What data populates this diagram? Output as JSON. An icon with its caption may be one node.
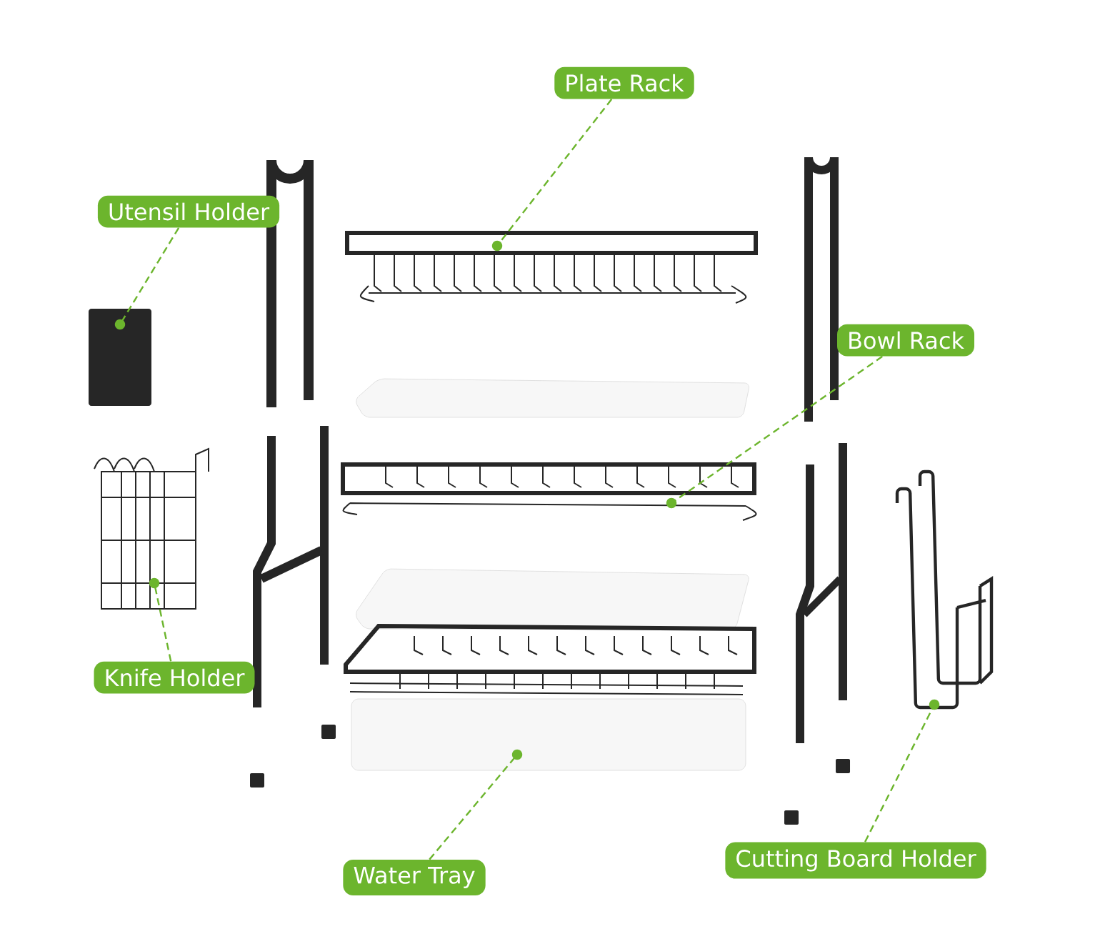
{
  "diagram": {
    "nodes": [
      {
        "text": [
          "Plate Rack"
        ]
      },
      {
        "text": [],
        "shape": "picture"
      },
      {
        "text": [
          "Utensil Holder"
        ]
      },
      {
        "text": [],
        "shape": "picture"
      },
      {
        "text": [
          "Bowl Rack"
        ]
      },
      {
        "text": [],
        "shape": "picture"
      },
      {
        "text": [
          "Knife Holder"
        ]
      },
      {
        "text": [],
        "shape": "picture"
      },
      {
        "text": [
          "Water Tray"
        ]
      },
      {
        "text": [],
        "shape": "picture"
      },
      {
        "text": [
          "Cutting Board Holder"
        ]
      },
      {
        "text": [],
        "shape": "picture"
      }
    ],
    "edges": [
      {
        "from": 0,
        "to": 1,
        "arrow": "other",
        "style": "dashed"
      },
      {
        "from": 2,
        "to": 3,
        "arrow": "other",
        "style": "dashed"
      },
      {
        "from": 4,
        "to": 5,
        "arrow": "other",
        "style": "dashed"
      },
      {
        "from": 6,
        "to": 7,
        "arrow": "other",
        "style": "dashed"
      },
      {
        "from": 8,
        "to": 9,
        "arrow": "other",
        "style": "dashed"
      },
      {
        "from": 10,
        "to": 11,
        "arrow": "other",
        "style": "dashed"
      }
    ]
  }
}
